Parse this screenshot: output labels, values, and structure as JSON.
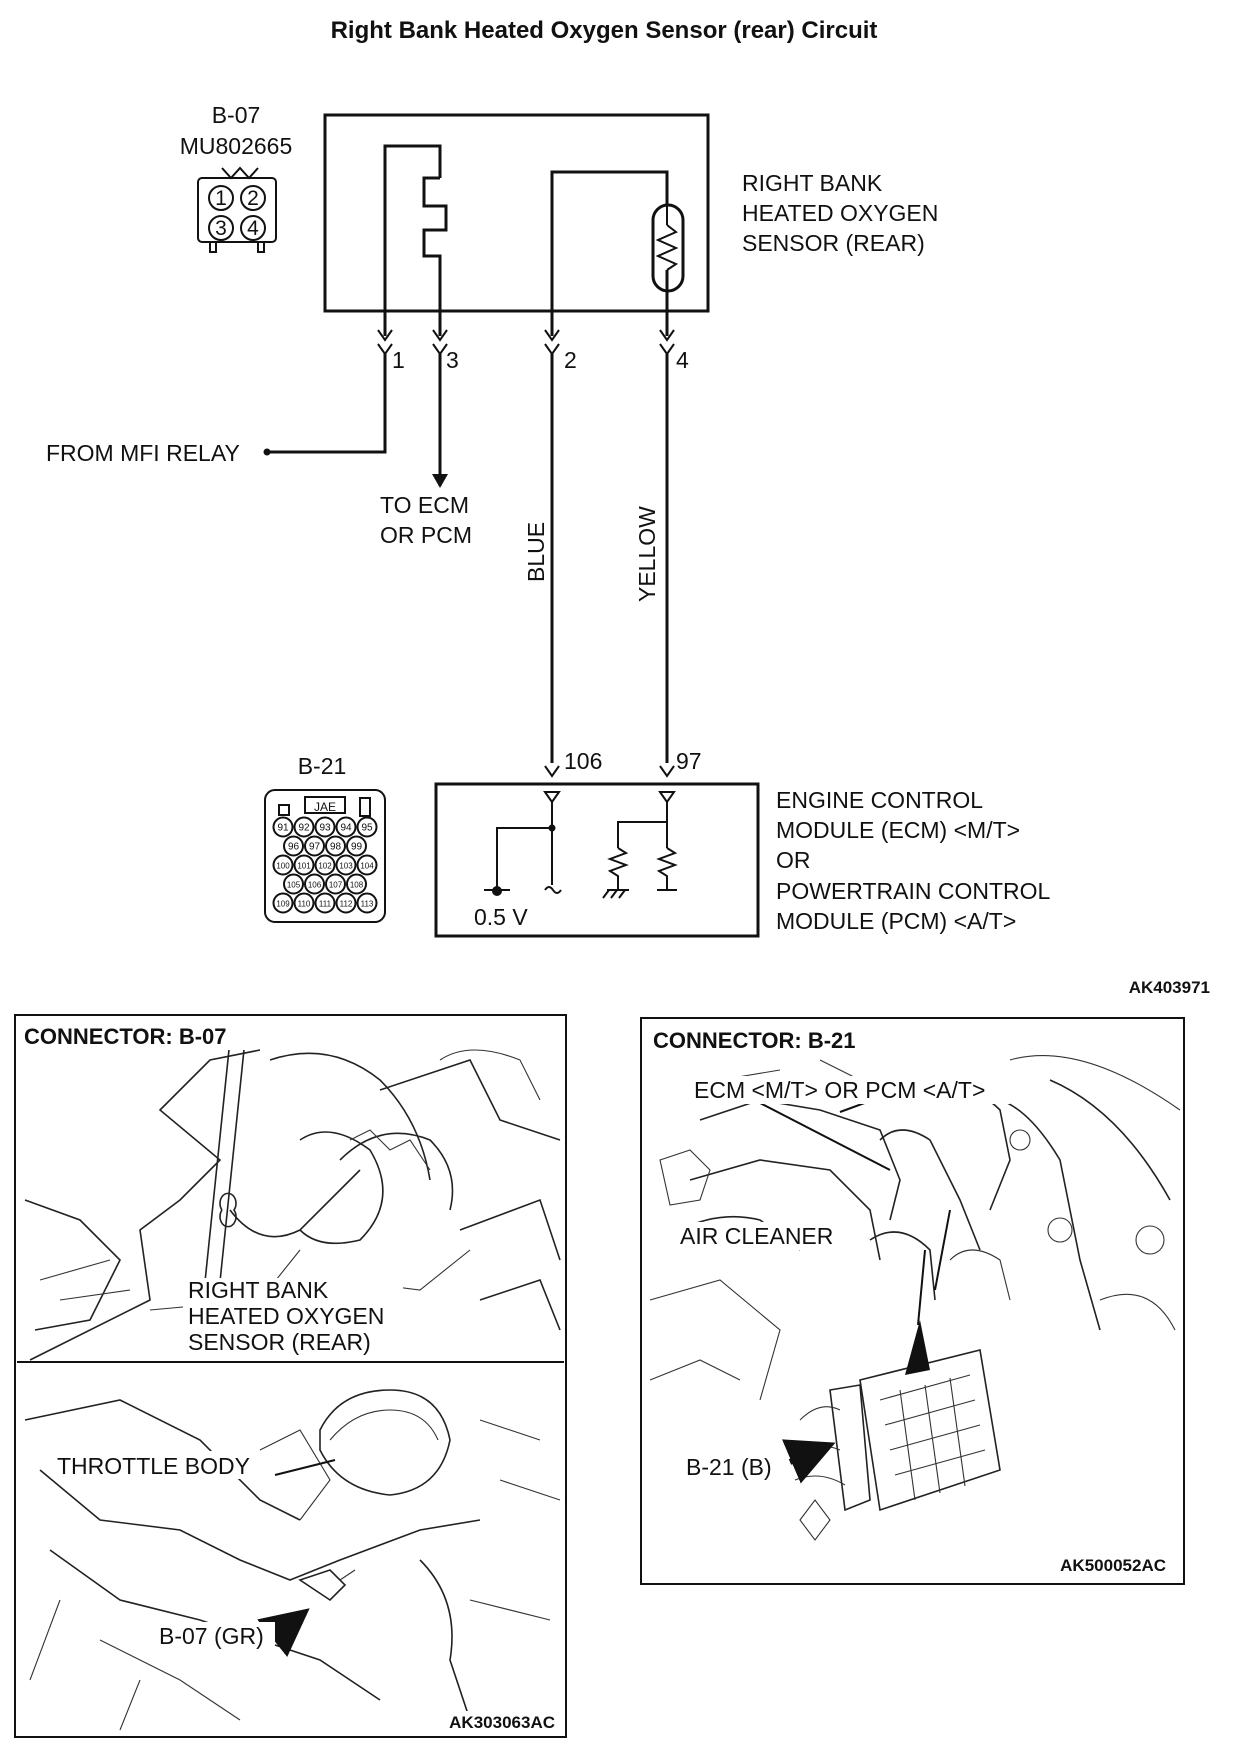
{
  "title": "Right Bank Heated Oxygen Sensor (rear) Circuit",
  "sensor_connector": {
    "id": "B-07",
    "part": "MU802665",
    "pins": [
      "1",
      "2",
      "3",
      "4"
    ]
  },
  "sensor_label": [
    "RIGHT BANK",
    "HEATED OXYGEN",
    "SENSOR (REAR)"
  ],
  "terminals": [
    "1",
    "3",
    "2",
    "4"
  ],
  "from_relay": "FROM MFI RELAY",
  "to_ecm": [
    "TO ECM",
    "OR PCM"
  ],
  "wires": {
    "blue": "BLUE",
    "yellow": "YELLOW"
  },
  "ecm_connector": {
    "id": "B-21",
    "badge": "JAE",
    "pin_rows": [
      [
        "91",
        "92",
        "93",
        "94",
        "95"
      ],
      [
        "96",
        "97",
        "98",
        "99"
      ],
      [
        "100",
        "101",
        "102",
        "103",
        "104"
      ],
      [
        "105",
        "106",
        "107",
        "108"
      ],
      [
        "109",
        "110",
        "111",
        "112",
        "113"
      ]
    ]
  },
  "ecm_terminals": [
    "106",
    "97"
  ],
  "voltage": "0.5 V",
  "ecm_label": [
    "ENGINE CONTROL",
    "MODULE (ECM) <M/T>",
    "OR",
    "POWERTRAIN CONTROL",
    "MODULE (PCM) <A/T>"
  ],
  "code_top": "AK403971",
  "panel_left": {
    "heading": "CONNECTOR: B-07",
    "sensor_callout": [
      "RIGHT BANK",
      "HEATED OXYGEN",
      "SENSOR (REAR)"
    ],
    "throttle": "THROTTLE BODY",
    "connector_callout": "B-07 (GR)",
    "code": "AK303063AC"
  },
  "panel_right": {
    "heading": "CONNECTOR: B-21",
    "ecm_callout": "ECM <M/T> OR PCM <A/T>",
    "air": "AIR CLEANER",
    "connector_callout": "B-21 (B)",
    "code": "AK500052AC"
  }
}
